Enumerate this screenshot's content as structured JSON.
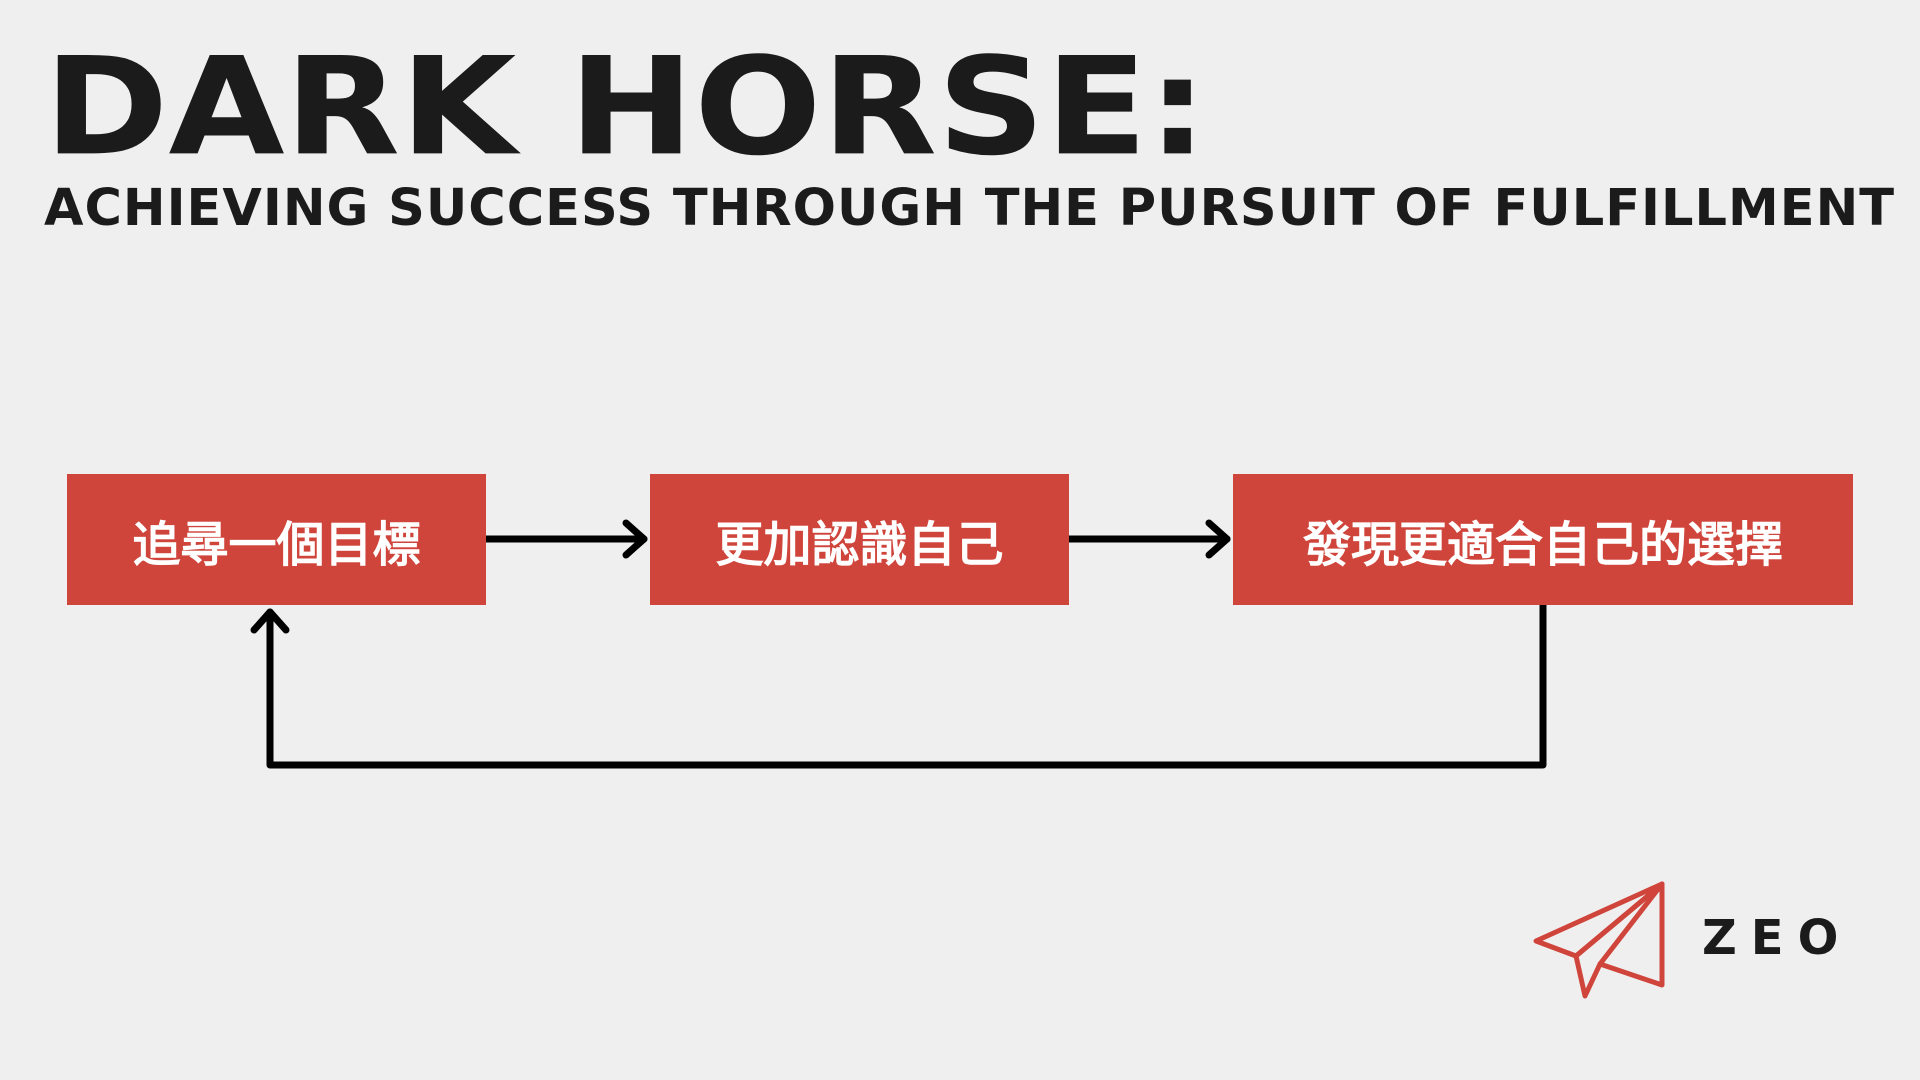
{
  "header": {
    "title": "DARK HORSE:",
    "subtitle": "ACHIEVING SUCCESS THROUGH THE PURSUIT OF FULFILLMENT"
  },
  "flow": {
    "steps": [
      {
        "label": "追尋一個目標"
      },
      {
        "label": "更加認識自己"
      },
      {
        "label": "發現更適合自己的選擇"
      }
    ],
    "loop": "step 3 returns to step 1"
  },
  "branding": {
    "name": "ZEO",
    "icon": "paper-plane-icon"
  },
  "colors": {
    "background": "#f0efef",
    "accent": "#d0453b",
    "text": "#1b1b1b",
    "arrow": "#000000"
  }
}
